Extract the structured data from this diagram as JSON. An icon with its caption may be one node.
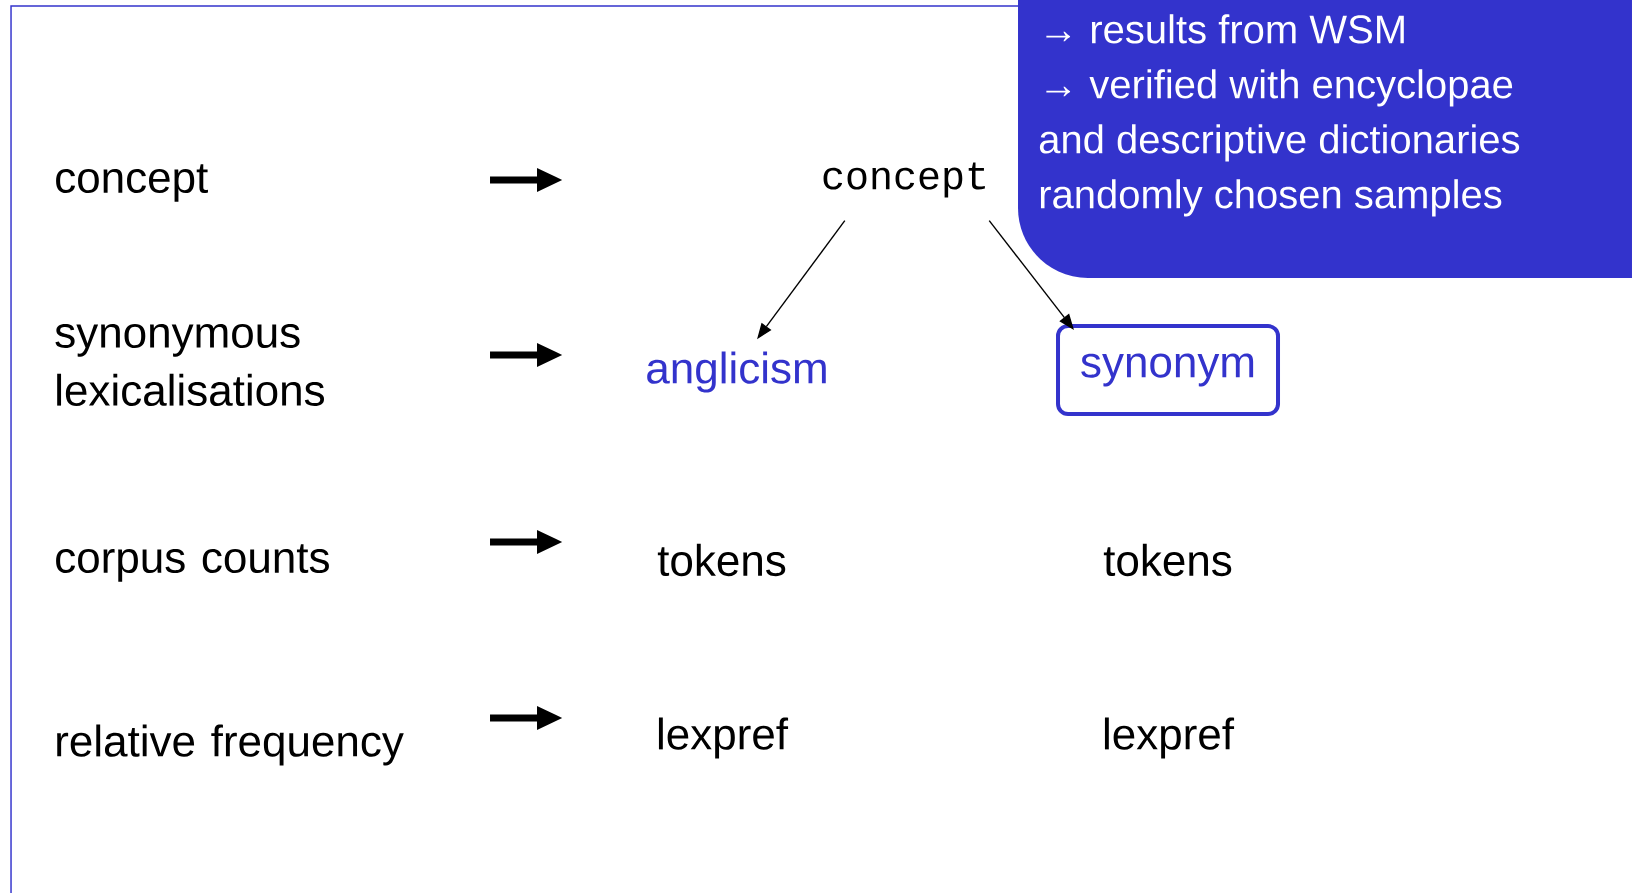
{
  "diagram": {
    "nodes": [
      {
        "text": [
          "concept"
        ]
      },
      {
        "text": [
          "synonymous lexicalisations"
        ]
      },
      {
        "text": [
          "corpus counts"
        ]
      },
      {
        "text": [
          "relative frequency"
        ]
      },
      {
        "text": [
          "concept"
        ]
      },
      {
        "text": [
          "anglicism"
        ]
      },
      {
        "text": [
          "synonym"
        ]
      },
      {
        "text": [
          "tokens"
        ]
      },
      {
        "text": [
          "tokens"
        ]
      },
      {
        "text": [
          "lexpref"
        ]
      },
      {
        "text": [
          "lexpref"
        ]
      },
      {
        "text": [
          "→ results from WSM",
          "→ verified with encyclopae",
          "and descriptive dictionaries",
          "randomly chosen samples"
        ]
      }
    ],
    "edges": [
      {
        "from": 4,
        "to": 5,
        "arrow": "to"
      },
      {
        "from": 4,
        "to": 6,
        "arrow": "to"
      }
    ]
  }
}
